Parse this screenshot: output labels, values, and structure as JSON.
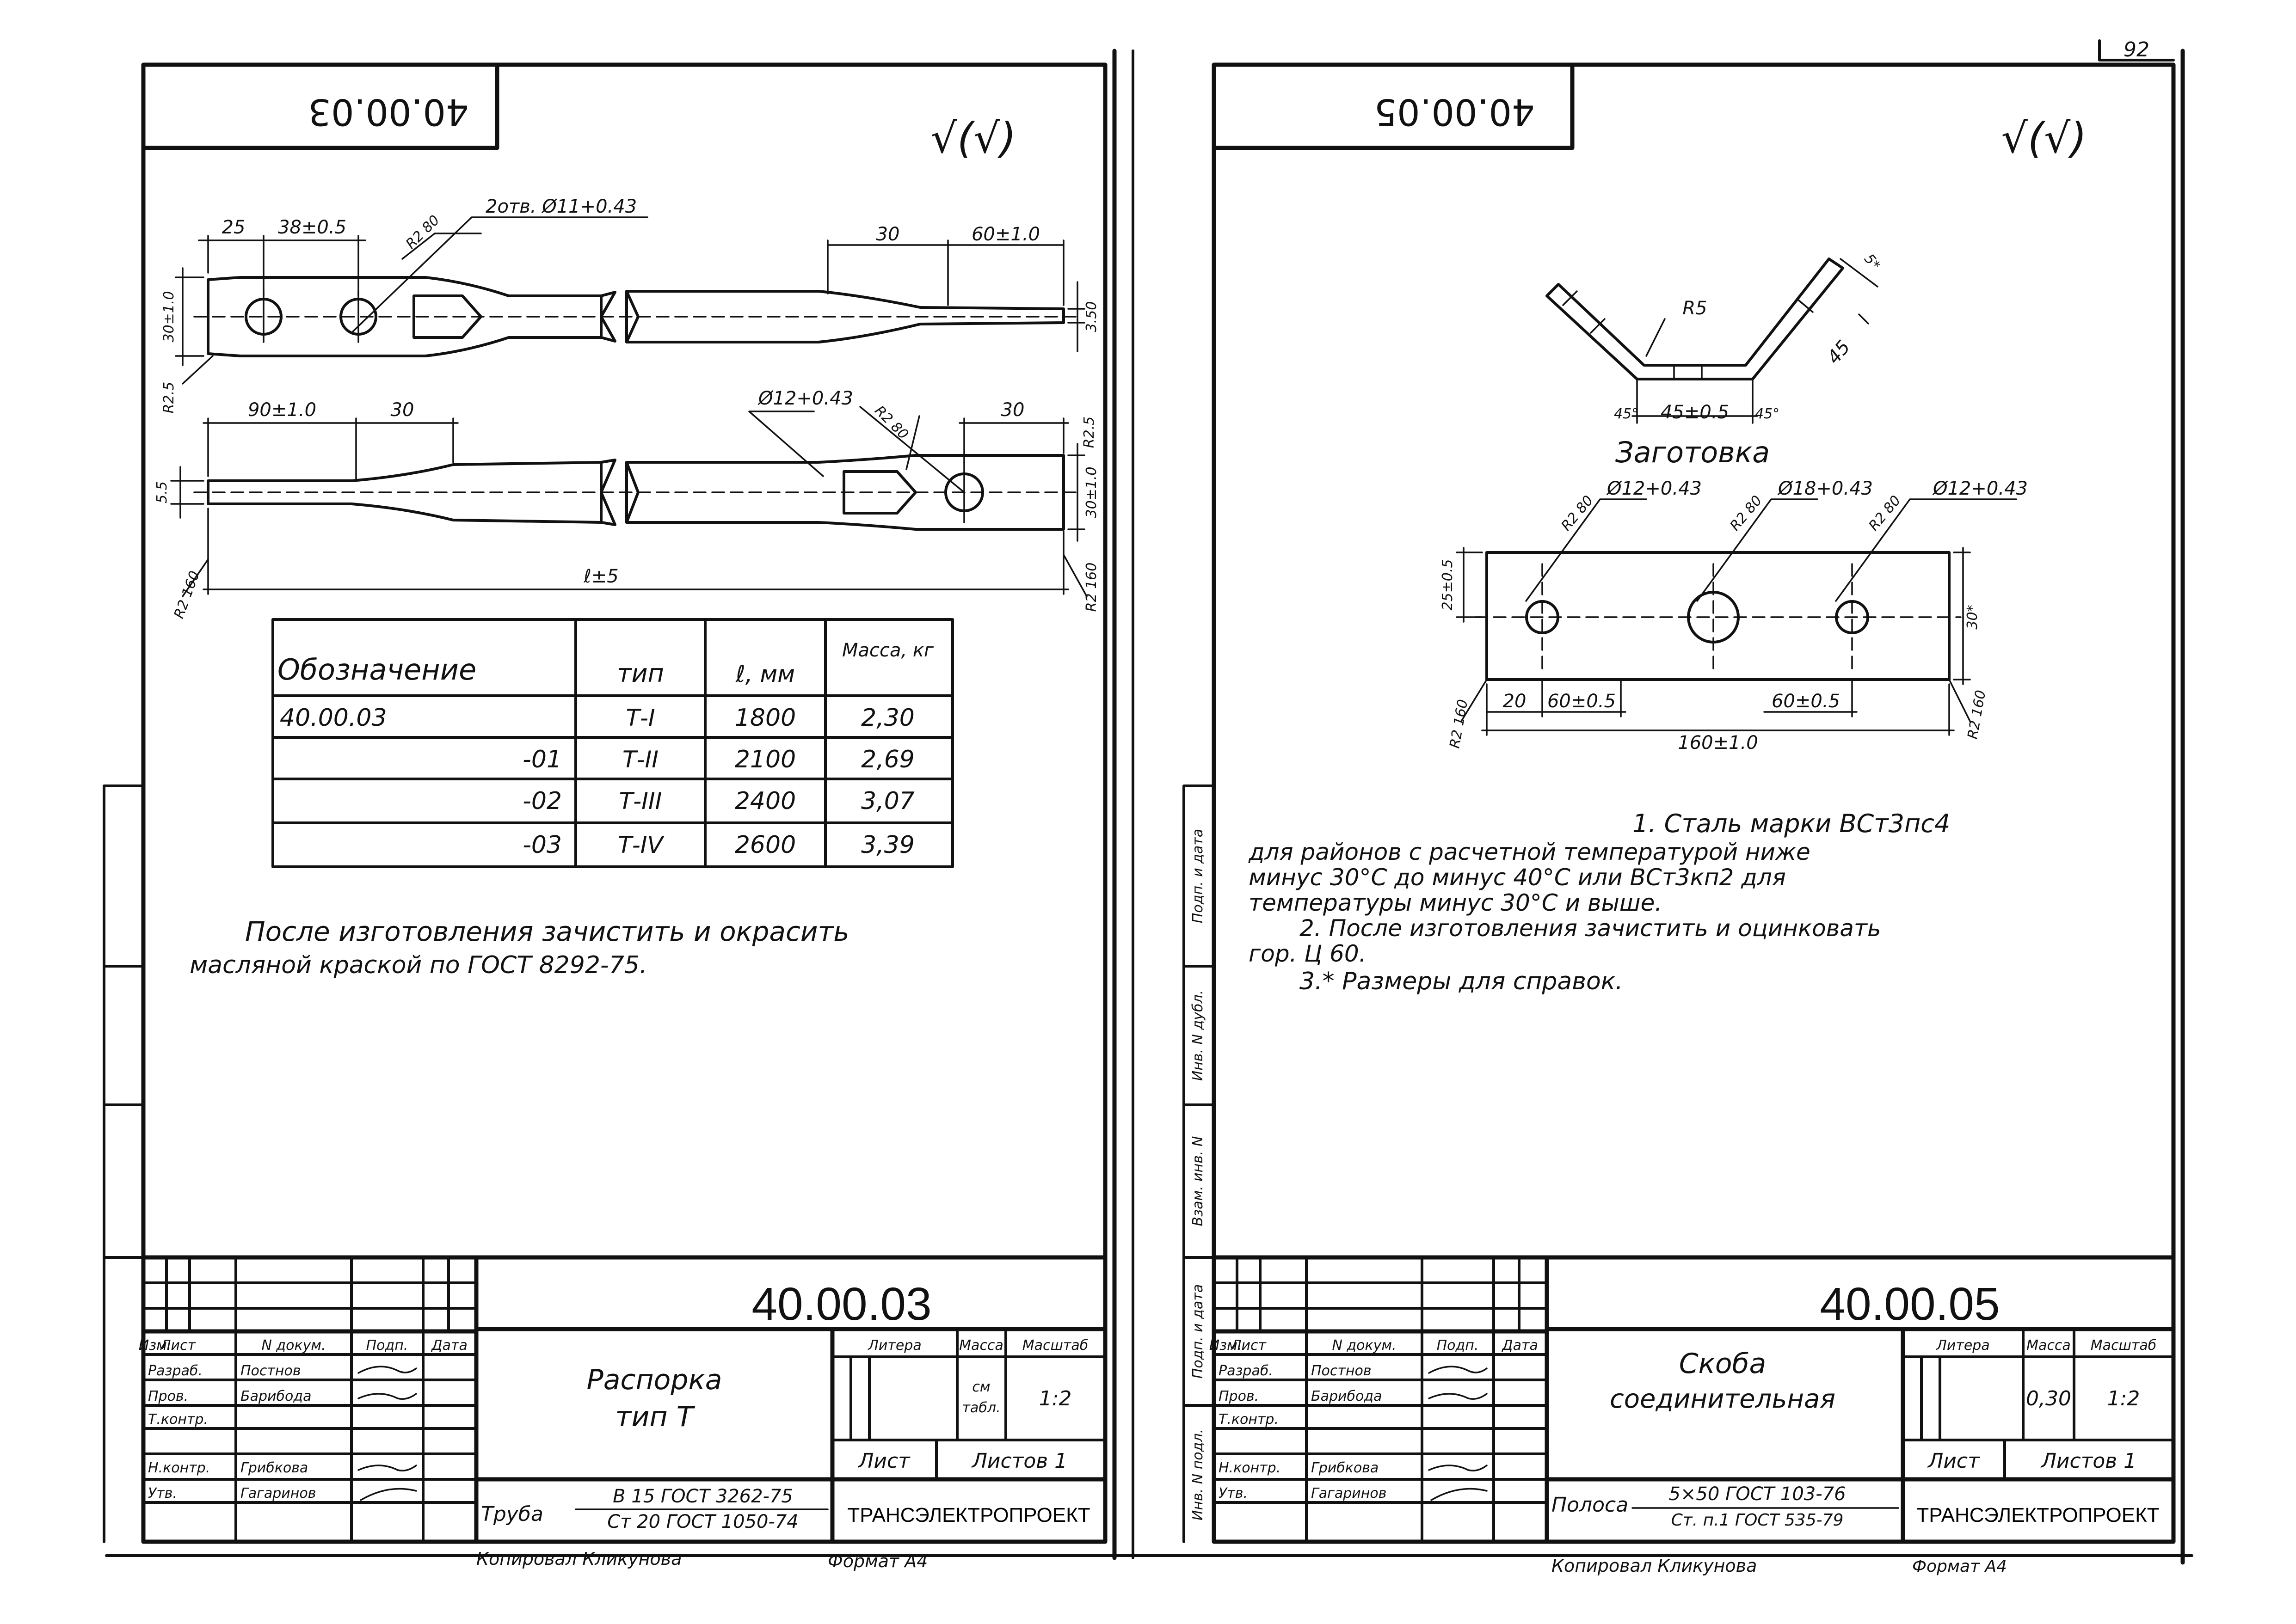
{
  "page_number": "92",
  "left_sheet": {
    "corner_code": "40.00.03",
    "roughness": "√(√)",
    "dimensions": {
      "d25": "25",
      "d38": "38±0.5",
      "r80_a": "R2 80",
      "holes": "2отв. Ø11+0.43",
      "d30_a": "30",
      "d60": "60±1.0",
      "d30h_a": "30±1.0",
      "d3_5": "3.50",
      "r2_5": "R2.5",
      "d90": "90±1.0",
      "d30_b": "30",
      "hole12": "Ø12+0.43",
      "r80_b": "R2 80",
      "d30_c": "30",
      "r2_5b": "R2.5",
      "d5": "5.5",
      "d30h_b": "30±1.0",
      "r160": "R2 160",
      "r160b": "R2 160",
      "length": "ℓ±5"
    },
    "table": {
      "headers": [
        "Обозначение",
        "тип",
        "ℓ, мм",
        "Масса, кг"
      ],
      "rows": [
        [
          "40.00.03",
          "Т-I",
          "1800",
          "2,30"
        ],
        [
          "-01",
          "Т-II",
          "2100",
          "2,69"
        ],
        [
          "-02",
          "Т-III",
          "2400",
          "3,07"
        ],
        [
          "-03",
          "Т-IV",
          "2600",
          "3,39"
        ]
      ]
    },
    "note_line1": "После изготовления зачистить и окрасить",
    "note_line2": "масляной краской по ГОСТ 8292-75.",
    "title_block": {
      "doc_number": "40.00.03",
      "title_line1": "Распорка",
      "title_line2": "тип Т",
      "hdr_izm": "Изм.",
      "hdr_list": "Лист",
      "hdr_ndok": "N докум.",
      "hdr_podp": "Подп.",
      "hdr_data": "Дата",
      "row_razrab": "Разраб.",
      "name_razrab": "Постнов",
      "row_prov": "Пров.",
      "name_prov": "Барибода",
      "row_tkontr": "Т.контр.",
      "row_nkontr": "Н.контр.",
      "name_nkontr": "Грибкова",
      "row_utv": "Утв.",
      "name_utv": "Гагаринов",
      "litera": "Литера",
      "massa": "Масса",
      "masshtab": "Масштаб",
      "mass_value_1": "см",
      "mass_value_2": "табл.",
      "scale_value": "1:2",
      "sheet": "Лист",
      "sheets": "Листов 1",
      "material_label": "Труба",
      "material_line1": "В 15 ГОСТ 3262-75",
      "material_line2": "Ст 20 ГОСТ 1050-74",
      "firm": "ТРАНСЭЛЕКТРОПРОЕКТ"
    },
    "footer_copy": "Копировал Кликунова",
    "footer_format": "Формат А4"
  },
  "right_sheet": {
    "corner_code": "40.00.05",
    "roughness": "√(√)",
    "dimensions": {
      "r5": "R5",
      "d5": "5*",
      "d45": "45",
      "a45l": "45°",
      "d45c": "45±0.5",
      "a45r": "45°",
      "blank_label": "Заготовка",
      "r80_1": "R2 80",
      "h12_1": "Ø12+0.43",
      "r80_2": "R2 80",
      "h18": "Ø18+0.43",
      "r80_3": "R2 80",
      "h12_2": "Ø12+0.43",
      "d25": "25±0.5",
      "d30": "30*",
      "d20": "20",
      "d60a": "60±0.5",
      "d60b": "60±0.5",
      "d160": "160±1.0",
      "r160a": "R2 160",
      "r160b": "R2 160"
    },
    "notes": [
      "1. Сталь марки ВСт3пс4",
      "для районов с расчетной температурой ниже",
      "минус 30°С до минус 40°С или ВСт3кп2 для",
      "температуры минус 30°С и выше.",
      "2. После изготовления зачистить и оцинковать",
      "гор. Ц 60.",
      "3.* Размеры для справок."
    ],
    "title_block": {
      "doc_number": "40.00.05",
      "title_line1": "Скоба",
      "title_line2": "соединительная",
      "hdr_izm": "Изм.",
      "hdr_list": "Лист",
      "hdr_ndok": "N докум.",
      "hdr_podp": "Подп.",
      "hdr_data": "Дата",
      "row_razrab": "Разраб.",
      "name_razrab": "Постнов",
      "row_prov": "Пров.",
      "name_prov": "Барибода",
      "row_tkontr": "Т.контр.",
      "row_nkontr": "Н.контр.",
      "name_nkontr": "Грибкова",
      "row_utv": "Утв.",
      "name_utv": "Гагаринов",
      "litera": "Литера",
      "massa": "Масса",
      "masshtab": "Масштаб",
      "mass_value": "0,30",
      "scale_value": "1:2",
      "sheet": "Лист",
      "sheets": "Листов 1",
      "material_label": "Полоса",
      "material_line1": "5×50 ГОСТ 103-76",
      "material_line2": "Ст. п.1 ГОСТ 535-79",
      "firm": "ТРАНСЭЛЕКТРОПРОЕКТ"
    },
    "side_stamp": [
      "Инв. N подл.",
      "Подп. и дата",
      "Взам. инв. N",
      "Инв. N дубл.",
      "Подп. и дата"
    ],
    "footer_copy": "Копировал Кликунова",
    "footer_format": "Формат А4"
  }
}
